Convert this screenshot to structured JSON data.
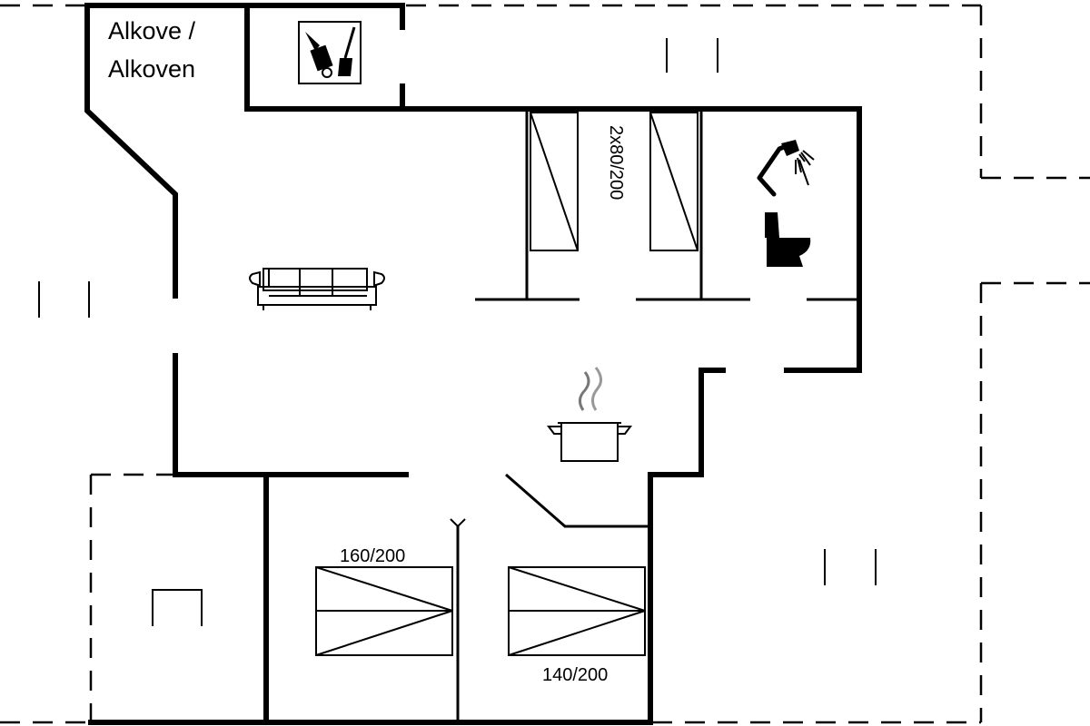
{
  "labels": {
    "alcove_line1": "Alkove /",
    "alcove_line2": "Alkoven",
    "bed_double_size": "2x80/200",
    "bed_large_size": "160/200",
    "bed_medium_size": "140/200"
  },
  "icons": {
    "utility": "cleaning-tools-icon",
    "shower": "shower-icon",
    "toilet": "toilet-icon",
    "sofa": "sofa-icon",
    "kitchen": "cooking-pot-icon"
  },
  "colors": {
    "lines": "#000000",
    "background": "#ffffff"
  }
}
